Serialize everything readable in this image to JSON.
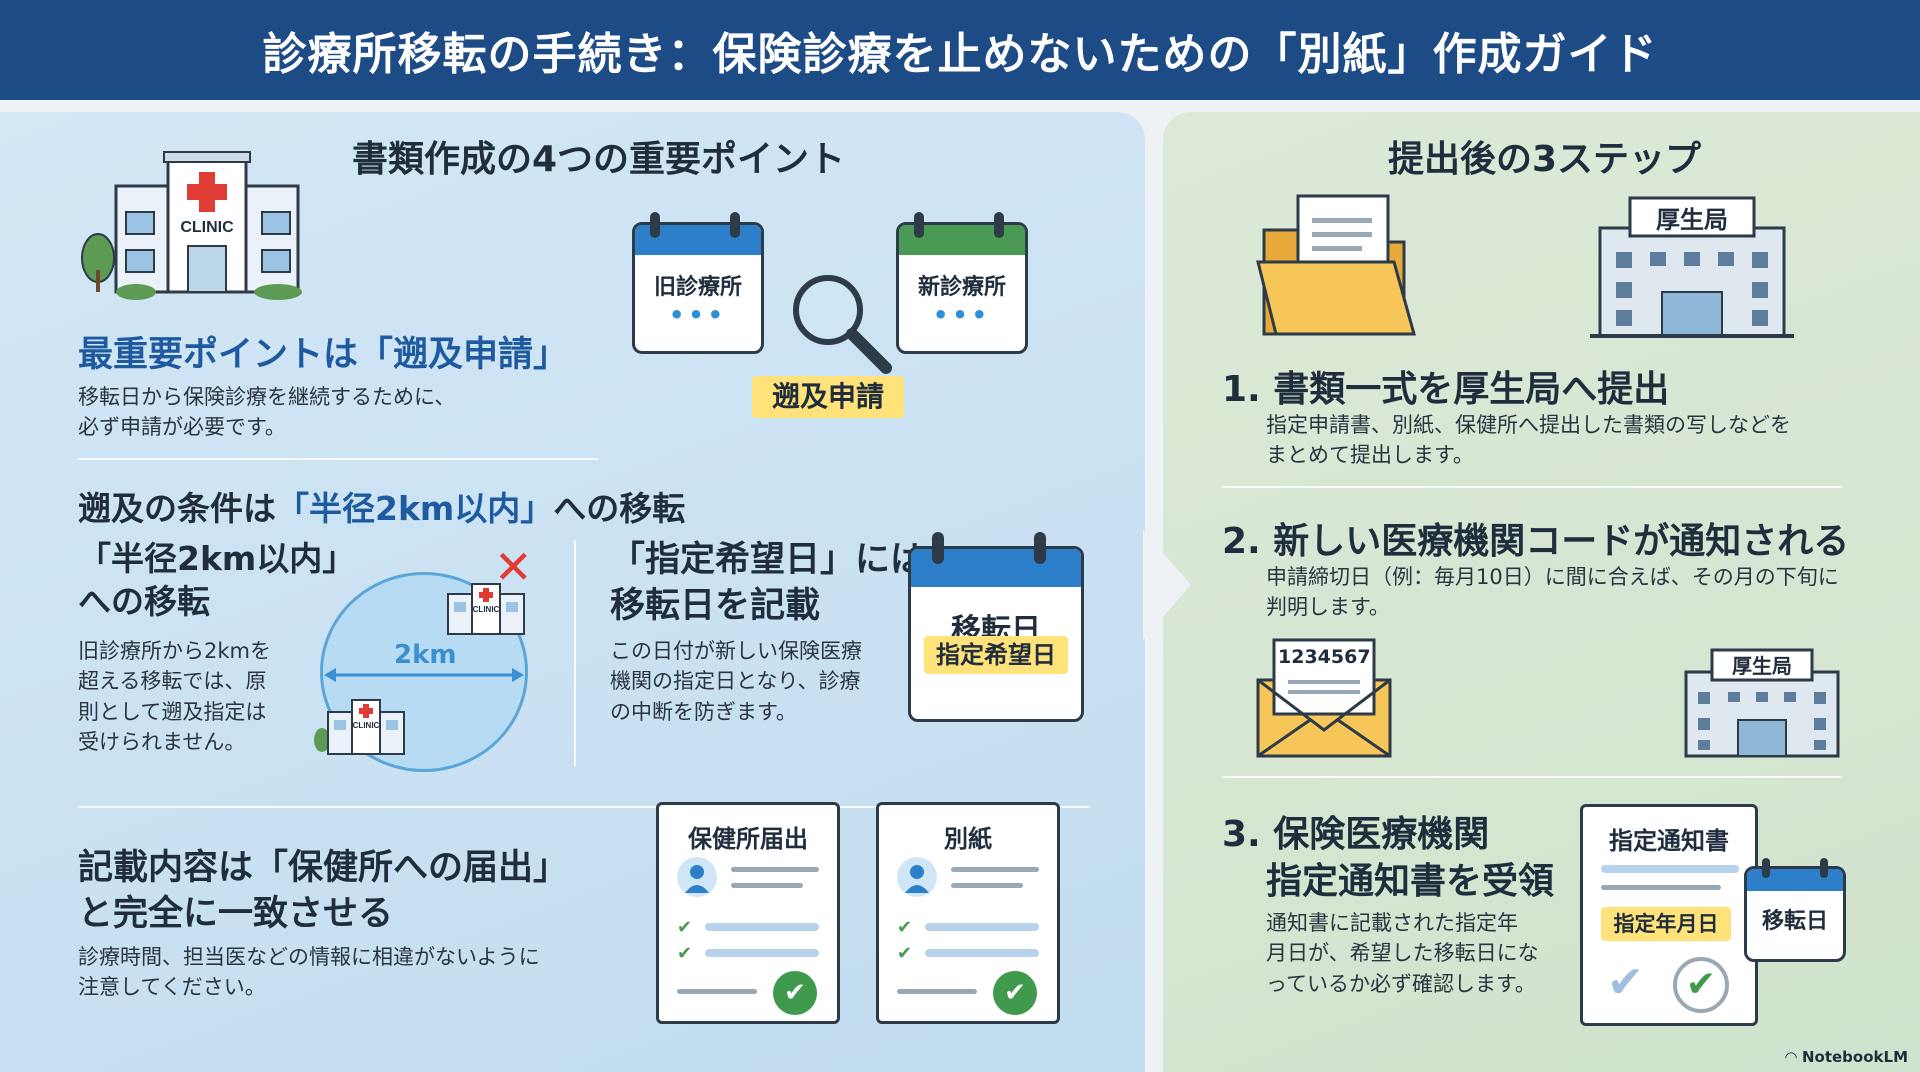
{
  "header": {
    "title": "診療所移転の手続き：保険診療を止めないための「別紙」作成ガイド"
  },
  "left": {
    "title": "書類作成の4つの重要ポイント",
    "point1": {
      "heading": "最重要ポイントは「遡及申請」",
      "body_l1": "移転日から保険診療を継続するために、",
      "body_l2": "必ず申請が必要です。",
      "clinic_sign": "CLINIC",
      "old_clinic": "旧診療所",
      "new_clinic": "新診療所",
      "dots": "•••",
      "tag": "遡及申請"
    },
    "point2": {
      "heading_pre": "遡及の条件は",
      "heading_hl": "「半径2km以内」",
      "heading_post": "への移転",
      "sub_l1": "「半径2km以内」",
      "sub_l2": "への移転",
      "body_l1": "旧診療所から2kmを",
      "body_l2": "超える移転では、原",
      "body_l3": "則として遡及指定は",
      "body_l4": "受けられません。",
      "distance": "2km",
      "clinic_sign": "CLINIC",
      "cross": "✕"
    },
    "point3": {
      "heading_l1": "「指定希望日」には",
      "heading_l2": "移転日を記載",
      "body_l1": "この日付が新しい保険医療",
      "body_l2": "機関の指定日となり、診療",
      "body_l3": "の中断を防ぎます。",
      "cal_label": "移転日",
      "cal_tag": "指定希望日"
    },
    "point4": {
      "heading_l1": "記載内容は「保健所への届出」",
      "heading_l2": "と完全に一致させる",
      "body_l1": "診療時間、担当医などの情報に相違がないように",
      "body_l2": "注意してください。",
      "doc1": "保健所届出",
      "doc2": "別紙"
    }
  },
  "right": {
    "title": "提出後の3ステップ",
    "gov_sign": "厚生局",
    "step1": {
      "title": "1. 書類一式を厚生局へ提出",
      "body_l1": "指定申請書、別紙、保健所へ提出した書類の写しなどを",
      "body_l2": "まとめて提出します。"
    },
    "step2": {
      "title": "2. 新しい医療機関コードが通知される",
      "body_l1": "申請締切日（例：毎月10日）に間に合えば、その月の下旬に",
      "body_l2": "判明します。",
      "code": "1234567",
      "gov_sign": "厚生局"
    },
    "step3": {
      "title_l1": "3. 保険医療機関",
      "title_l2": "指定通知書を受領",
      "body_l1": "通知書に記載された指定年",
      "body_l2": "月日が、希望した移転日にな",
      "body_l3": "っているか必ず確認します。",
      "doc_title": "指定通知書",
      "doc_tag": "指定年月日",
      "cal_label": "移転日"
    }
  },
  "watermark": "NotebookLM",
  "colors": {
    "header": "#1d4b86",
    "accent_blue": "#1d5aa0",
    "highlight": "#ffe27a",
    "left_bg": "#c9e2f3",
    "right_bg": "#d6e6d2"
  }
}
